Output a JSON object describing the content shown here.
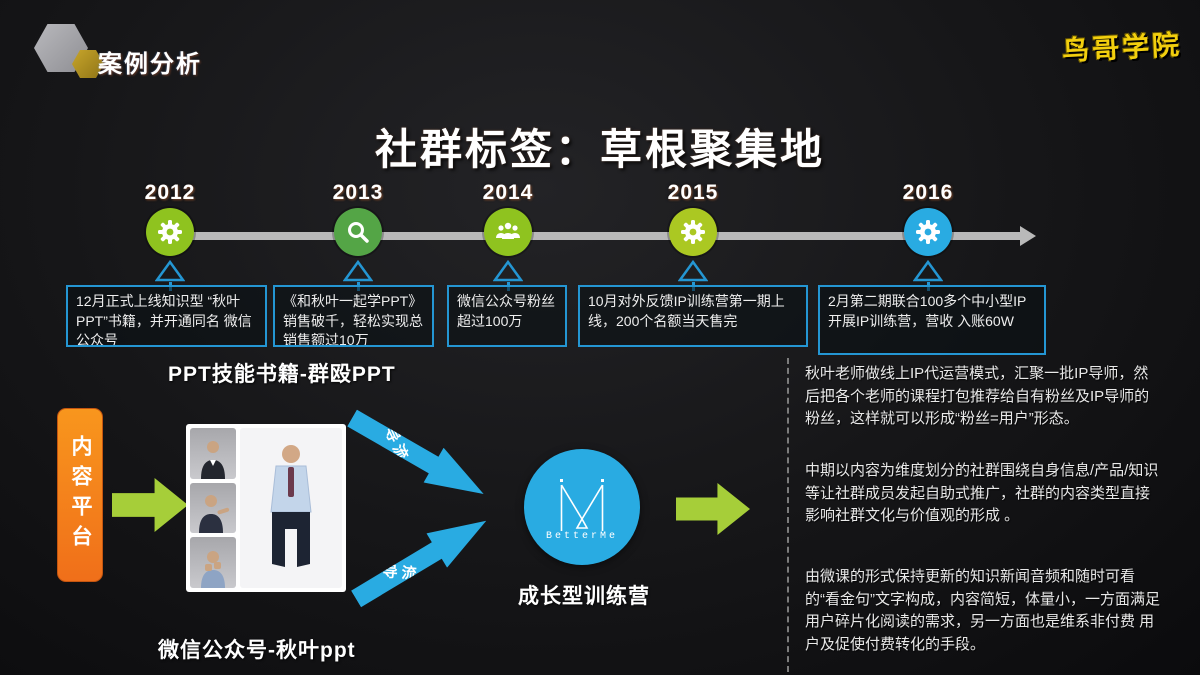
{
  "header": {
    "section_label": "案例分析",
    "logo_text": "鸟哥学院"
  },
  "title": "社群标签：草根聚集地",
  "timeline": {
    "milestones": [
      {
        "year": "2012",
        "icon": "gear-icon",
        "color": "#8fc31f",
        "text": "12月正式上线知识型 “秋叶PPT”书籍，并开通同名 微信公众号"
      },
      {
        "year": "2013",
        "icon": "search-icon",
        "color": "#54a546",
        "text": "《和秋叶一起学PPT》销售破千，轻松实现总销售额过10万"
      },
      {
        "year": "2014",
        "icon": "people-icon",
        "color": "#8fc31f",
        "text": "微信公众号粉丝超过100万"
      },
      {
        "year": "2015",
        "icon": "gear-icon",
        "color": "#abc822",
        "text": "10月对外反馈IP训练营第一期上线，200个名额当天售完"
      },
      {
        "year": "2016",
        "icon": "gear-icon",
        "color": "#29abe2",
        "text": "2月第二期联合100多个中小型IP开展IP训练营，营收 入账60W"
      }
    ]
  },
  "labels": {
    "book_label": "PPT技能书籍-群殴PPT",
    "wechat_label": "微信公众号-秋叶ppt",
    "platform_label": "内容平台",
    "camp_label": "成长型训练营",
    "flow_top": "导流",
    "flow_bottom": "导流",
    "betterme": "BetterMe"
  },
  "right_panel": {
    "paragraphs": [
      "秋叶老师做线上IP代运营模式，汇聚一批IP导师，然后把各个老师的课程打包推荐给自有粉丝及IP导师的粉丝，这样就可以形成“粉丝=用户”形态。",
      "中期以内容为维度划分的社群围绕自身信息/产品/知识等让社群成员发起自助式推广，社群的内容类型直接影响社群文化与价值观的形成 。",
      "由微课的形式保持更新的知识新闻音频和随时可看的“看金句”文字构成，内容简短，体量小，一方面满足 用户碎片化阅读的需求，另一方面也是维系非付费 用户及促使付费转化的手段。"
    ]
  },
  "icons": {
    "gear": "gear-icon",
    "search": "search-icon",
    "people": "people-icon",
    "arrow_right": "block-arrow-right",
    "pointer": "triangle-pointer"
  },
  "colors": {
    "background": "#141416",
    "accent_blue": "#29abe2",
    "box_border_blue": "#2496d3",
    "green_light": "#8fc31f",
    "green_dark": "#54a546",
    "green_yellow": "#abc822",
    "arrow_green": "#a6ce39",
    "orange": "#f5821f",
    "logo_yellow": "#f2cf0e",
    "timeline_gray": "#b9b9b9"
  }
}
